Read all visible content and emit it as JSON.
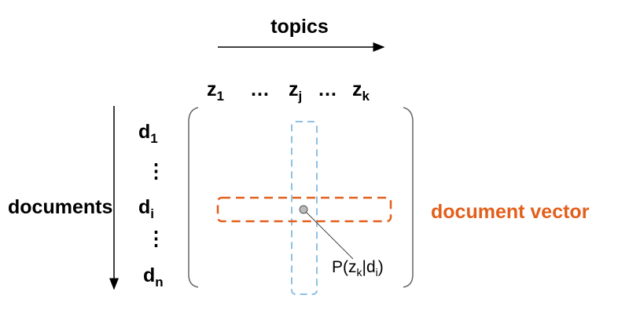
{
  "topics_label": "topics",
  "documents_label": "documents",
  "columns": {
    "z": "z",
    "first_sub": "1",
    "mid_sub": "j",
    "last_sub": "k",
    "ellipsis": "…"
  },
  "rows": {
    "d": "d",
    "first_sub": "1",
    "mid_sub": "i",
    "last_sub": "n",
    "vdots": "⋮"
  },
  "vector_label": "document vector",
  "prob_label": {
    "p": "P(z",
    "k": "k",
    "bar": "|d",
    "i": "i",
    "close": ")"
  },
  "colors": {
    "orange": "#e35f1b",
    "blue": "#8ec1e4",
    "text": "#000000"
  }
}
